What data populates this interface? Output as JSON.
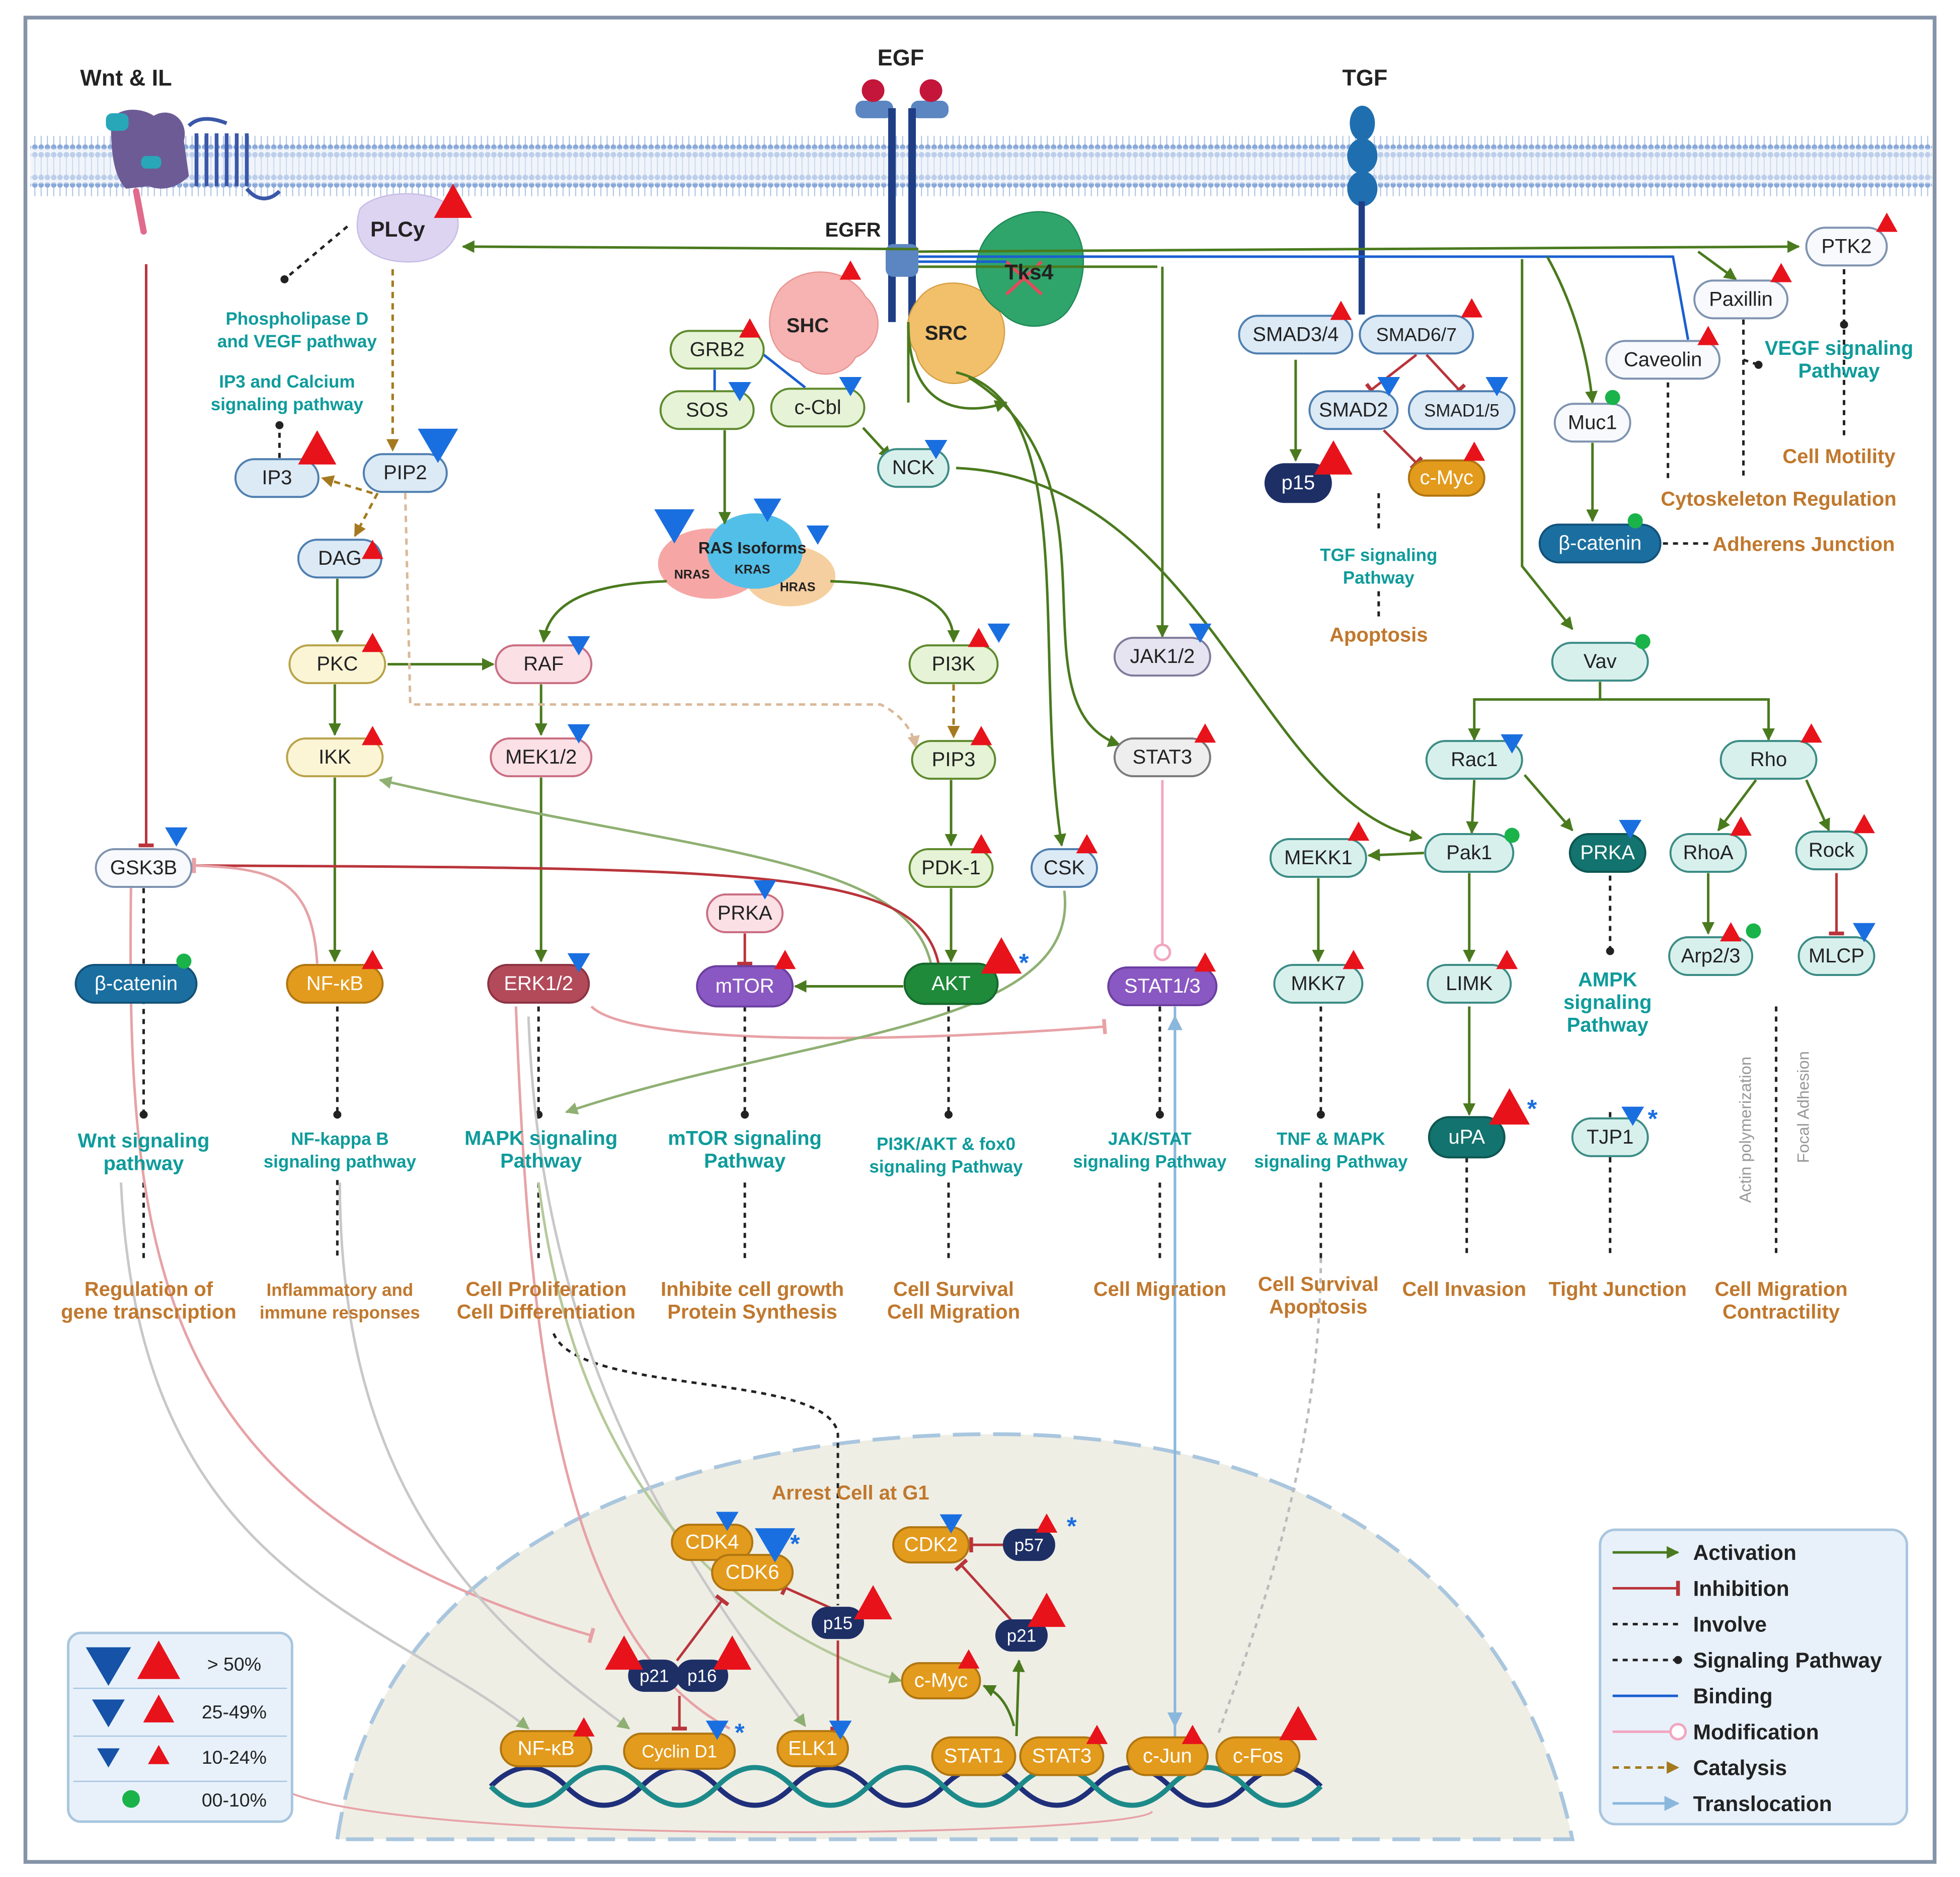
{
  "receptors": {
    "wnt": "Wnt & IL",
    "egf": "EGF",
    "tgf": "TGF",
    "egfr": "EGFR"
  },
  "nodes": {
    "plcy": "PLCy",
    "ip3": "IP3",
    "pip2": "PIP2",
    "dag": "DAG",
    "pkc": "PKC",
    "ikk": "IKK",
    "gsk3b": "GSK3B",
    "bcat_wnt": "β-catenin",
    "nfkb": "NF-κB",
    "shc": "SHC",
    "grb2": "GRB2",
    "sos": "SOS",
    "ccbl": "c-Cbl",
    "src": "SRC",
    "tks4": "Tks4",
    "nck": "NCK",
    "ras": "RAS Isoforms",
    "nras": "NRAS",
    "kras": "KRAS",
    "hras": "HRAS",
    "raf": "RAF",
    "mek": "MEK1/2",
    "erk": "ERK1/2",
    "pi3k": "PI3K",
    "pip3": "PIP3",
    "pdk1": "PDK-1",
    "akt": "AKT",
    "prka_m": "PRKA",
    "mtor": "mTOR",
    "jak": "JAK1/2",
    "stat3": "STAT3",
    "stat13": "STAT1/3",
    "csk": "CSK",
    "smad34": "SMAD3/4",
    "smad67": "SMAD6/7",
    "smad2": "SMAD2",
    "smad15": "SMAD1/5",
    "p15_tgf": "p15",
    "cmyc_tgf": "c-Myc",
    "caveolin": "Caveolin",
    "paxillin": "Paxillin",
    "ptk2": "PTK2",
    "muc1": "Muc1",
    "bcat_adh": "β-catenin",
    "vav": "Vav",
    "rac1": "Rac1",
    "rho": "Rho",
    "mekk1": "MEKK1",
    "pak1": "Pak1",
    "prka_r": "PRKA",
    "rhoa": "RhoA",
    "rock": "Rock",
    "mkk7": "MKK7",
    "limk": "LIMK",
    "arp23": "Arp2/3",
    "mlcp": "MLCP",
    "upa": "uPA",
    "tjp1": "TJP1"
  },
  "pathways": {
    "pld": "Phospholipase D\nand VEGF pathway",
    "ip3ca": "IP3 and Calcium\nsignaling pathway",
    "tgfsig": "TGF signaling\nPathway",
    "vegf": "VEGF signaling\nPathway",
    "wnt": "Wnt signaling\npathway",
    "nfkb": "NF-kappa B\nsignaling pathway",
    "mapk": "MAPK signaling\nPathway",
    "mtor": "mTOR signaling\nPathway",
    "pi3k": "PI3K/AKT & fox0\nsignaling Pathway",
    "jak": "JAK/STAT\nsignaling Pathway",
    "tnf": "TNF & MAPK\nsignaling Pathway",
    "ampk": "AMPK\nsignaling\nPathway"
  },
  "outcomes": {
    "apoptosis": "Apoptosis",
    "motility": "Cell Motility",
    "cyto": "Cytoskeleton Regulation",
    "adherens": "Adherens Junction",
    "gene": "Regulation of\ngene transcription",
    "inflam": "Inflammatory and\nimmune responses",
    "prolif": "Cell Proliferation\nCell Differentiation",
    "growth": "Inhibite cell growth\nProtein Synthesis",
    "survival": "Cell Survival\nCell Migration",
    "migration": "Cell Migration",
    "survapop": "Cell Survival\nApoptosis",
    "invasion": "Cell Invasion",
    "tight": "Tight Junction",
    "contract": "Cell Migration\nContractility",
    "actin": "Actin polymerization",
    "focal": "Focal Adhesion"
  },
  "nucleus": {
    "arrest": "Arrest Cell at G1",
    "cdk4": "CDK4",
    "cdk6": "CDK6",
    "cdk2": "CDK2",
    "p57": "p57",
    "p15": "p15",
    "p21a": "p21",
    "p21b": "p21",
    "p16": "p16",
    "cmyc": "c-Myc",
    "nfkb": "NF-κB",
    "cyclin": "Cyclin  D1",
    "elk1": "ELK1",
    "stat1": "STAT1",
    "stat3": "STAT3",
    "cjun": "c-Jun",
    "cfos": "c-Fos"
  },
  "legend": {
    "items": [
      "Activation",
      "Inhibition",
      "Involve",
      "Signaling Pathway",
      "Binding",
      "Modification",
      "Catalysis",
      "Translocation"
    ]
  },
  "scale": {
    "items": [
      "> 50%",
      "25-49%",
      "10-24%",
      "00-10%"
    ]
  },
  "colors": {
    "activation": "#4a7a1e",
    "inhibition": "#b9343a",
    "binding": "#1a5fd0",
    "catalysis": "#a57a1f",
    "pathway_text": "#0f9b9b",
    "outcome_text": "#c0782d",
    "up": "#e8121b",
    "down": "#1a6fe0",
    "low": "#19b34a"
  }
}
